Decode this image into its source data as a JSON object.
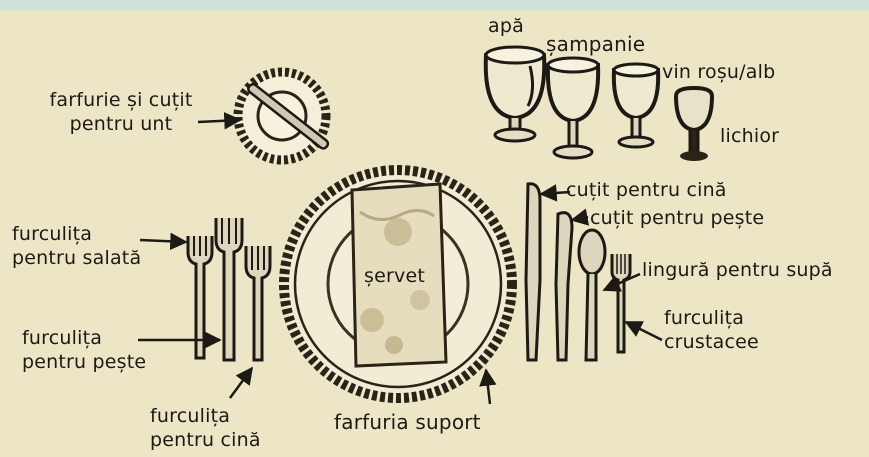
{
  "labels": {
    "water": "apă",
    "champagne": "șampanie",
    "wine": "vin roșu/alb",
    "liqueur": "lichior",
    "butter_plate": "farfurie și cuțit pentru unt",
    "dinner_knife": "cuțit pentru cină",
    "fish_knife": "cuțit pentru pește",
    "soup_spoon": "lingură pentru supă",
    "shellfish_fork": "furculița crustacee",
    "salad_fork": "furculița pentru salată",
    "napkin": "șervet",
    "fish_fork": "furculița pentru pește",
    "dinner_fork": "furculița pentru cină",
    "charger_plate": "farfuria suport"
  },
  "colors": {
    "background": "#ece6c6",
    "ink": "#1c1a14",
    "top_band": "#cfe3d8"
  }
}
